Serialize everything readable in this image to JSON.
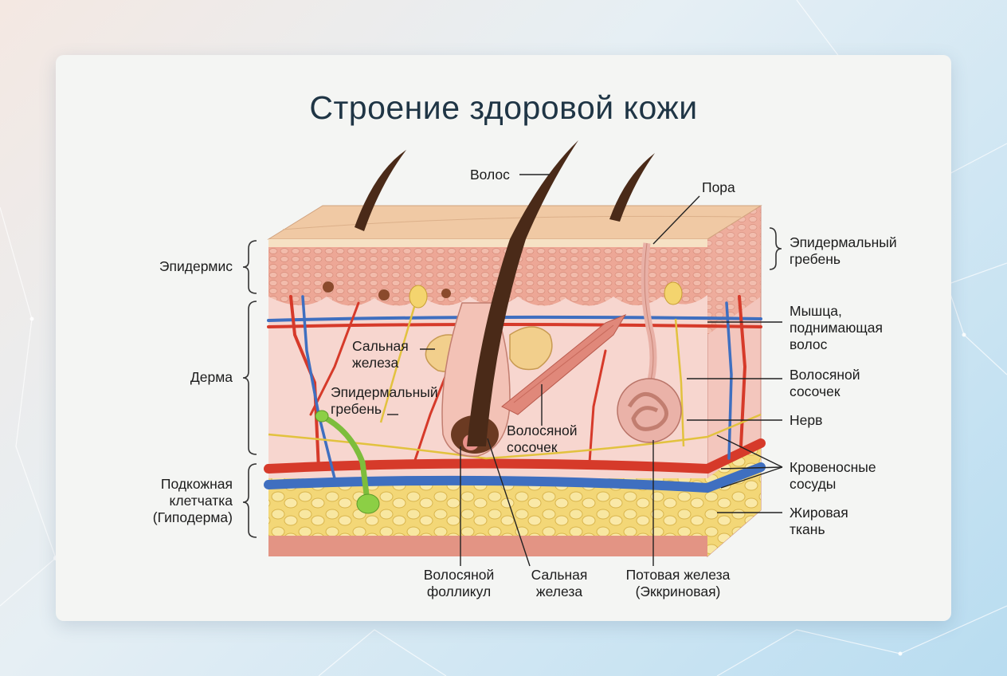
{
  "title": "Строение здоровой кожи",
  "labels": {
    "hair": "Волос",
    "pore": "Пора",
    "epidermis": "Эпидермис",
    "dermis": "Дерма",
    "hypodermis": "Подкожная\nклетчатка\n(Гиподерма)",
    "epidermal_ridge_right": "Эпидермальный\nгребень",
    "arrector_muscle": "Мышца,\nподнимающая\nволос",
    "papilla_right": "Волосяной\nсосочек",
    "nerve": "Нерв",
    "blood_vessels": "Кровеносные\nсосуды",
    "fat_tissue": "Жировая\nткань",
    "sebaceous_inner": "Сальная\nжелеза",
    "epidermal_ridge_inner": "Эпидермальный\nгребень",
    "papilla_inner": "Волосяной\nсосочек",
    "hair_follicle": "Волосяной\nфолликул",
    "sebaceous_bottom": "Сальная\nжелеза",
    "sweat_gland": "Потовая железа\n(Эккриновая)"
  },
  "colors": {
    "title": "#1f3545",
    "skin_surface": "#f0c9a4",
    "epidermis": "#eba493",
    "dermis": "#f7d6cf",
    "hypodermis_fat": "#f5dc7e",
    "artery": "#d63a2a",
    "vein": "#3f6fc0",
    "nerve": "#e2c23e",
    "hair": "#4a2a18",
    "gland": "#f2cf8c"
  }
}
